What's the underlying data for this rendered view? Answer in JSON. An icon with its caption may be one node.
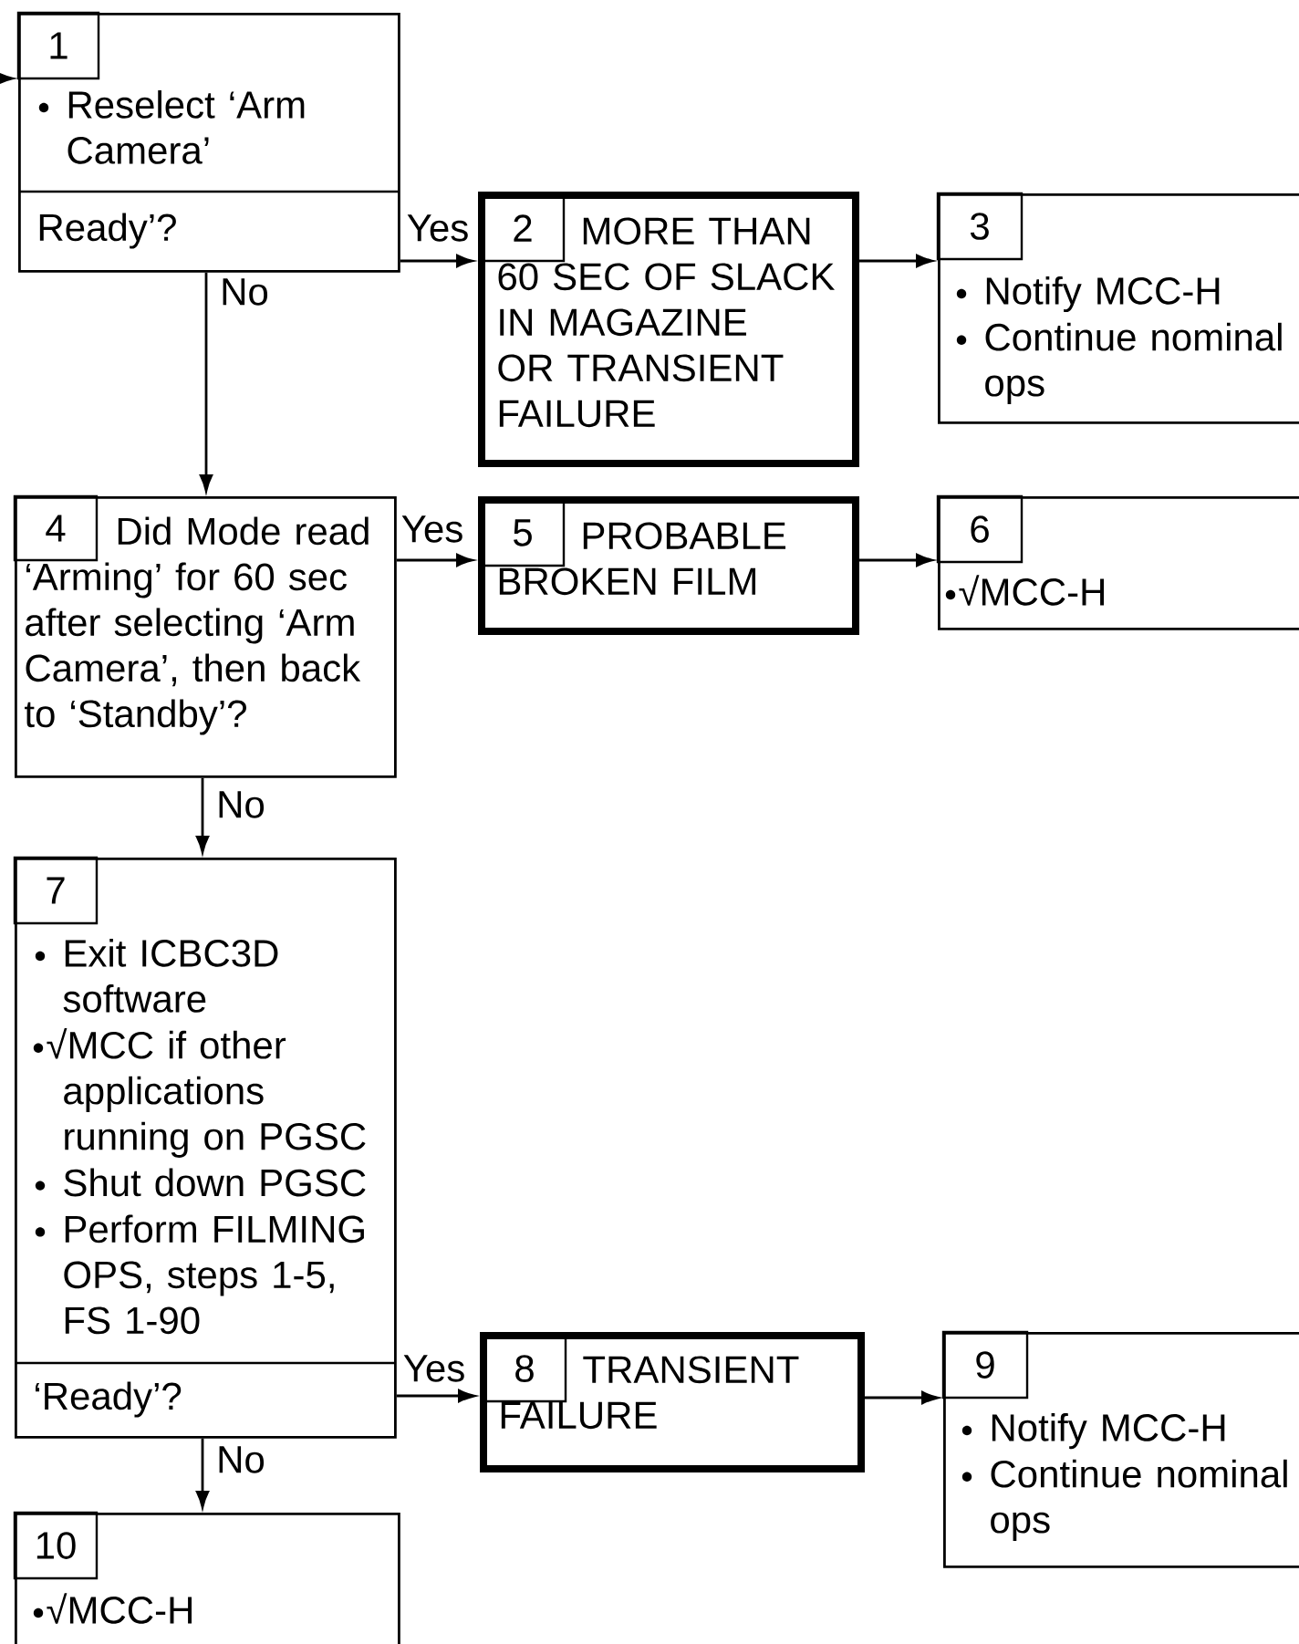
{
  "diagram": {
    "nodes": [
      {
        "text": [
          "1",
          "Reselect ‘Arm Camera’",
          "Ready’?"
        ]
      },
      {
        "text": [
          "2",
          "MORE THAN 60 SEC OF SLACK IN MAGAZINE OR TRANSIENT FAILURE"
        ]
      },
      {
        "text": [
          "3",
          "Notify MCC-H",
          "Continue nominal ops"
        ]
      },
      {
        "text": [
          "4",
          "Did Mode read ‘Arming’ for 60 sec after selecting ‘Arm Camera’, then back to ‘Standby’?"
        ]
      },
      {
        "text": [
          "5",
          "PROBABLE BROKEN FILM"
        ]
      },
      {
        "text": [
          "6",
          "√MCC-H"
        ]
      },
      {
        "text": [
          "7",
          "Exit ICBC3D software",
          "√MCC if other applications running on PGSC",
          "Shut down PGSC",
          "Perform FILMING OPS, steps 1-5, FS 1-90",
          "‘Ready’?"
        ]
      },
      {
        "text": [
          "8",
          "TRANSIENT FAILURE"
        ]
      },
      {
        "text": [
          "9",
          "Notify MCC-H",
          "Continue nominal ops"
        ]
      },
      {
        "text": [
          "10",
          "√MCC-H"
        ]
      }
    ],
    "edges": [
      {
        "from": null,
        "to": 0,
        "arrow": "to"
      },
      {
        "from": 0,
        "to": 1,
        "arrow": "to",
        "label": "Yes"
      },
      {
        "from": 1,
        "to": 2,
        "arrow": "to"
      },
      {
        "from": 0,
        "to": 3,
        "arrow": "to",
        "label": "No"
      },
      {
        "from": 3,
        "to": 4,
        "arrow": "to",
        "label": "Yes"
      },
      {
        "from": 4,
        "to": 5,
        "arrow": "to"
      },
      {
        "from": 3,
        "to": 6,
        "arrow": "to",
        "label": "No"
      },
      {
        "from": 6,
        "to": 7,
        "arrow": "to",
        "label": "Yes"
      },
      {
        "from": 7,
        "to": 8,
        "arrow": "to"
      },
      {
        "from": 6,
        "to": 9,
        "arrow": "to",
        "label": "No"
      }
    ]
  }
}
